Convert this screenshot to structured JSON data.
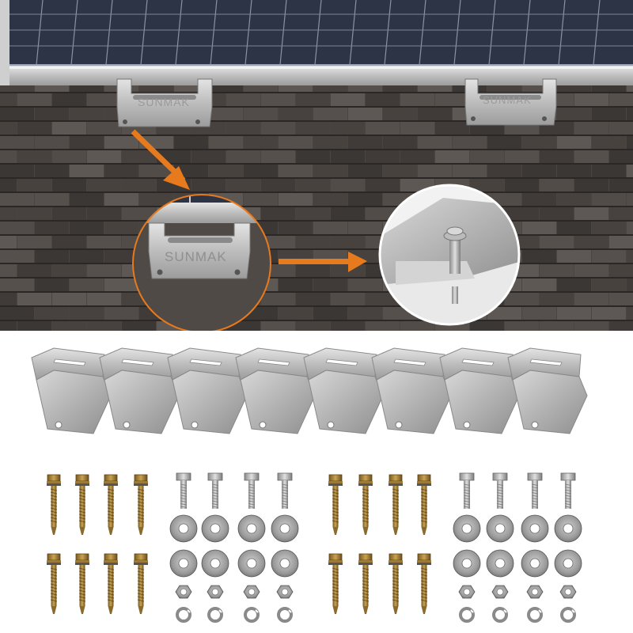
{
  "product_photo": {
    "brand_mark": "SUNMAK",
    "bracket_count": 8,
    "self_drilling_screw_count": 16,
    "hex_bolt_count": 8,
    "flat_washer_count": 16,
    "hex_nut_count": 8,
    "spring_washer_count": 8,
    "colors": {
      "arrow": "#e87a1e",
      "roof_shingle": "#4a4542",
      "bracket_metal": "#c9c9c9",
      "solar_cell": "#2c3446",
      "panel_frame": "#d9d9d9"
    }
  }
}
